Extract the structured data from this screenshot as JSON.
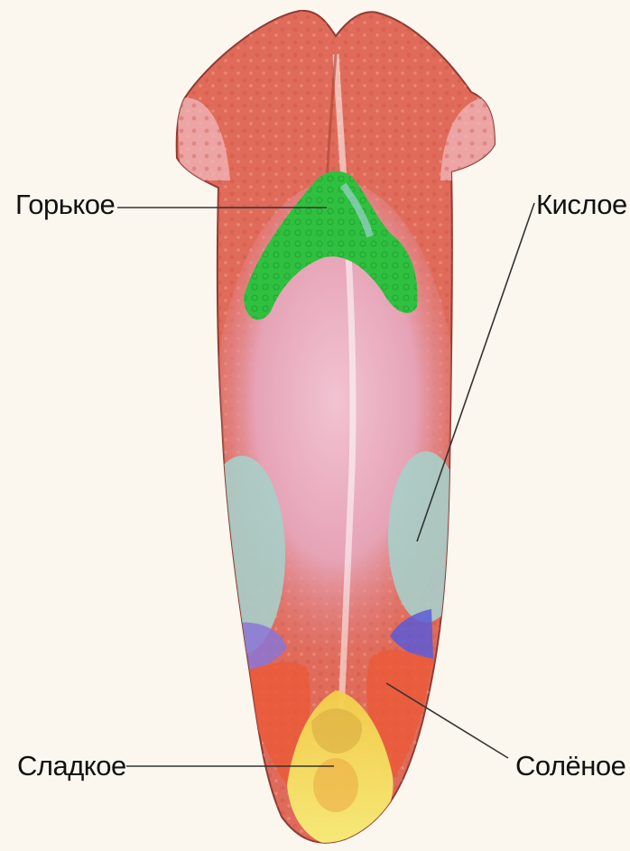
{
  "labels": {
    "bitter": "Горькое",
    "sour": "Кислое",
    "sweet": "Сладкое",
    "salty": "Солёное"
  },
  "colors": {
    "background": "#fbf7ee",
    "tongue_base": "#e06b5a",
    "tongue_center": "#e7a9bd",
    "bitter_zone": "#2fc03f",
    "sour_zone": "#a7cfc9",
    "salty_zone": "#ea5a3a",
    "sweet_zone": "#f2d94f",
    "overlap_zone": "#8a76d6",
    "leader_line": "#333333"
  }
}
